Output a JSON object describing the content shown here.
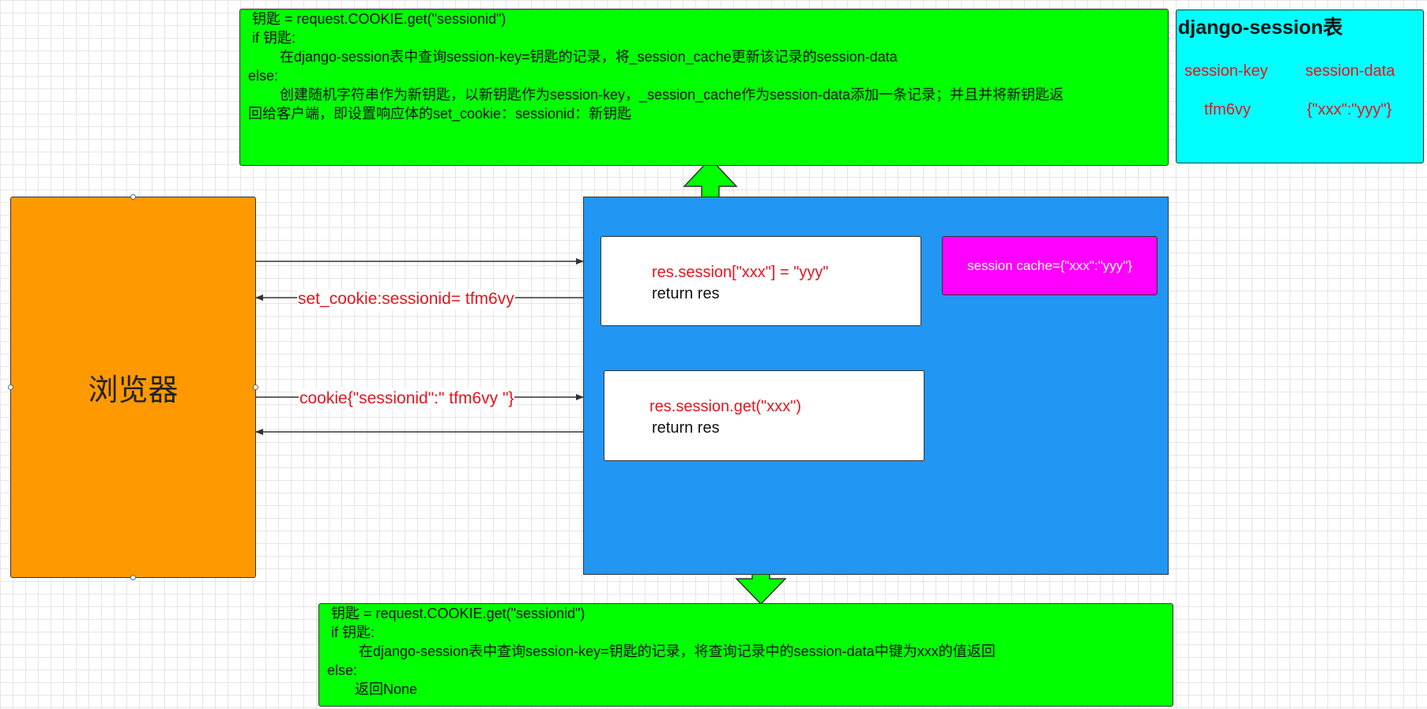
{
  "top_logic": {
    "lines": [
      " 钥匙 = request.COOKIE.get(\"sessionid\")",
      "",
      " if 钥匙:",
      "        在django-session表中查询session-key=钥匙的记录，将_session_cache更新该记录的session-data",
      "else:",
      "        创建随机字符串作为新钥匙，以新钥匙作为session-key，_session_cache作为session-data添加一条记录；并且并将新钥匙返",
      "回给客户端，即设置响应体的set_cookie：sessionid：新钥匙"
    ]
  },
  "session_table": {
    "title": "django-session表",
    "columns": [
      "session-key",
      "session-data"
    ],
    "row": [
      "tfm6vy",
      "{\"xxx\":\"yyy\"}"
    ]
  },
  "browser": {
    "label": "浏览器"
  },
  "set_view": {
    "line1": "res.session[\"xxx\"] = \"yyy\"",
    "line2": "return res"
  },
  "cache": {
    "label": "session cache={\"xxx\":\"yyy\"}"
  },
  "get_view": {
    "line1": "res.session.get(\"xxx\")",
    "line2": " return res"
  },
  "arrows": {
    "set_cookie": "set_cookie:sessionid= tfm6vy",
    "cookie": "cookie{\"sessionid\":\" tfm6vy \"}"
  },
  "bottom_logic": {
    "lines": [
      " 钥匙 = request.COOKIE.get(\"sessionid\")",
      " if 钥匙:",
      "        在django-session表中查询session-key=钥匙的记录，将查询记录中的session-data中键为xxx的值返回",
      "else:",
      "       返回None"
    ]
  },
  "colors": {
    "browser": "#ff9900",
    "server": "#2196f3",
    "logic_box": "#00ff00",
    "table_box": "#00ffff",
    "cache_box": "#ff00ff",
    "label_red": "#e8141e"
  }
}
